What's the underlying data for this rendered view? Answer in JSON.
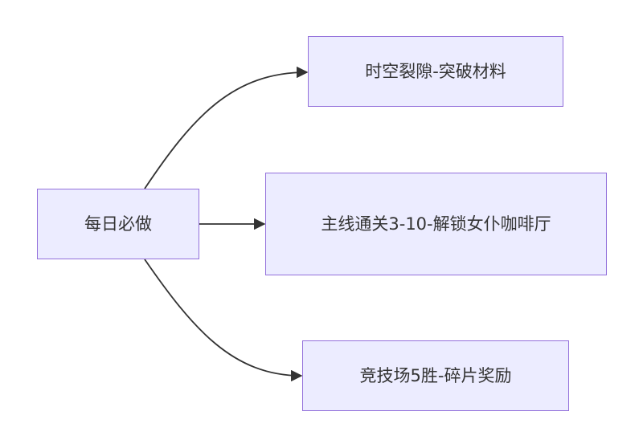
{
  "diagram": {
    "type": "flowchart-lr",
    "colors": {
      "node_fill": "#ececff",
      "node_border": "#9370db",
      "edge": "#333333",
      "text": "#333333"
    },
    "root": {
      "label": "每日必做"
    },
    "tasks": [
      {
        "label": "时空裂隙-突破材料"
      },
      {
        "label": "主线通关3-10-解锁女仆咖啡厅"
      },
      {
        "label": "竞技场5胜-碎片奖励"
      }
    ]
  }
}
